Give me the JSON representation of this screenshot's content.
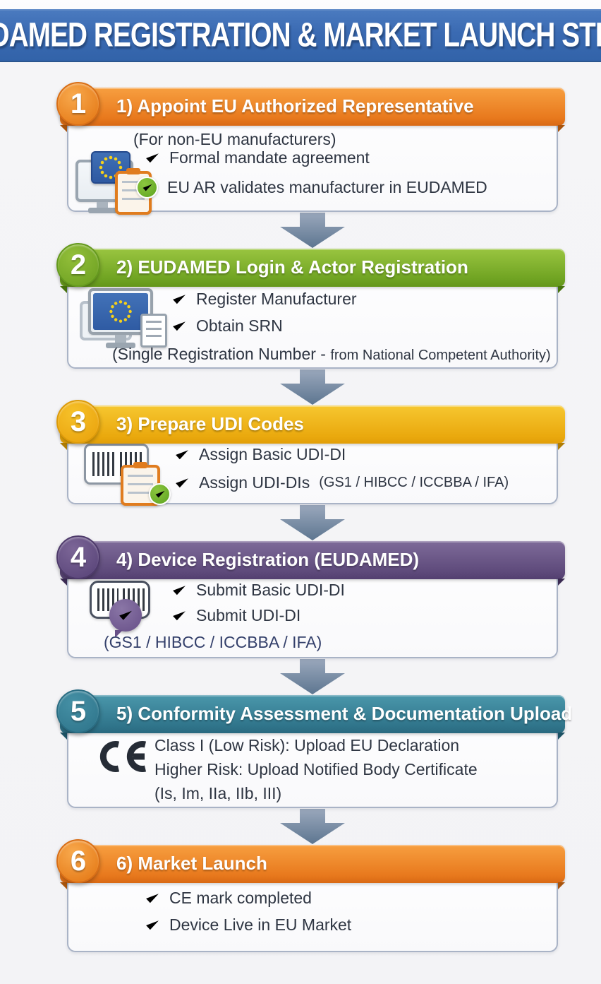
{
  "banner": {
    "title": "EUDAMED REGISTRATION & MARKET LAUNCH STEPS",
    "bg_color": "#3a6ab2"
  },
  "steps": [
    {
      "number": "1",
      "title": "1) Appoint EU Authorized Representative",
      "theme_color": "#e8791d",
      "subtitle": "(For non-EU manufacturers)",
      "bullets": [
        "Formal mandate agreement",
        "EU AR validates manufacturer in EUDAMED"
      ],
      "icon": "monitor-eu-flag-clipboard-check"
    },
    {
      "number": "2",
      "title": "2) EUDAMED Login & Actor Registration",
      "theme_color": "#6fa322",
      "bullets": [
        "Register Manufacturer",
        "Obtain SRN"
      ],
      "footnote_main": "(Single Registration Number -",
      "footnote_small": "from National Competent Authority)",
      "icon": "monitor-eu-screen-document"
    },
    {
      "number": "3",
      "title": "3) Prepare UDI Codes",
      "theme_color": "#eaa90e",
      "bullet1": "Assign Basic UDI-DI",
      "bullet2_main": "Assign UDI-DIs",
      "bullet2_small": "(GS1 / HIBCC / ICCBBA / IFA)",
      "icon": "barcode-clipboard-check"
    },
    {
      "number": "4",
      "title": "4) Device Registration (EUDAMED)",
      "theme_color": "#5e4a7b",
      "bullets": [
        "Submit Basic UDI-DI",
        "Submit UDI-DI"
      ],
      "footnote": "(GS1 / HIBCC / ICCBBA / IFA)",
      "icon": "barcode-purple-check-bubble"
    },
    {
      "number": "5",
      "title": "5) Conformity Assessment & Documentation Upload",
      "theme_color": "#30758b",
      "lines": [
        "Class I (Low Risk): Upload EU Declaration",
        "Higher Risk: Upload Notified Body Certificate",
        "(Is, Im, IIa, IIb, III)"
      ],
      "icon": "ce-mark"
    },
    {
      "number": "6",
      "title": "6) Market Launch",
      "theme_color": "#e8791d",
      "bullets": [
        "CE mark completed",
        "Device Live in EU Market"
      ],
      "icon": "none"
    }
  ],
  "arrow_color": "#62788f"
}
